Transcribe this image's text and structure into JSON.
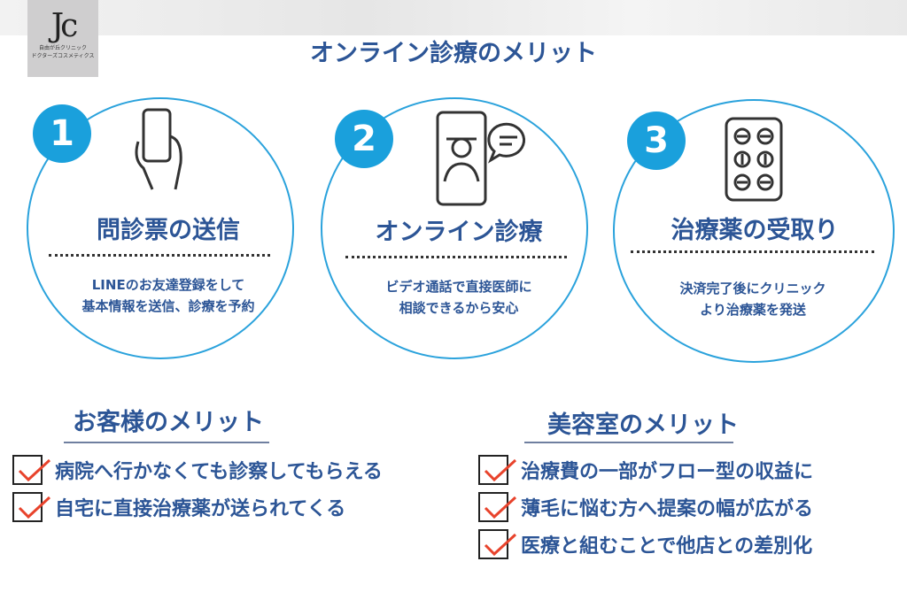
{
  "logo": {
    "mark": "Jc",
    "line1": "自由が丘クリニック",
    "line2": "ドクターズコスメティクス"
  },
  "title": "オンライン診療のメリット",
  "steps": [
    {
      "number": "1",
      "icon": "smartphone-hand-icon",
      "title": "問診票の送信",
      "desc1": "LINEのお友達登録をして",
      "desc2": "基本情報を送信、診療を予約"
    },
    {
      "number": "2",
      "icon": "doctor-video-chat-icon",
      "title": "オンライン診療",
      "desc1": "ビデオ通話で直接医師に",
      "desc2": "相談できるから安心"
    },
    {
      "number": "3",
      "icon": "pill-pack-icon",
      "title": "治療薬の受取り",
      "desc1": "決済完了後にクリニック",
      "desc2": "より治療薬を発送"
    }
  ],
  "customer": {
    "heading": "お客様のメリット",
    "items": [
      "病院へ行かなくても診察してもらえる",
      "自宅に直接治療薬が送られてくる"
    ]
  },
  "salon": {
    "heading": "美容室のメリット",
    "items": [
      "治療費の一部がフロー型の収益に",
      "薄毛に悩む方へ提案の幅が広がる",
      "医療と組むことで他店との差別化"
    ]
  },
  "colors": {
    "accent": "#1aa0dc",
    "text": "#2c5596",
    "check": "#e8432c"
  }
}
